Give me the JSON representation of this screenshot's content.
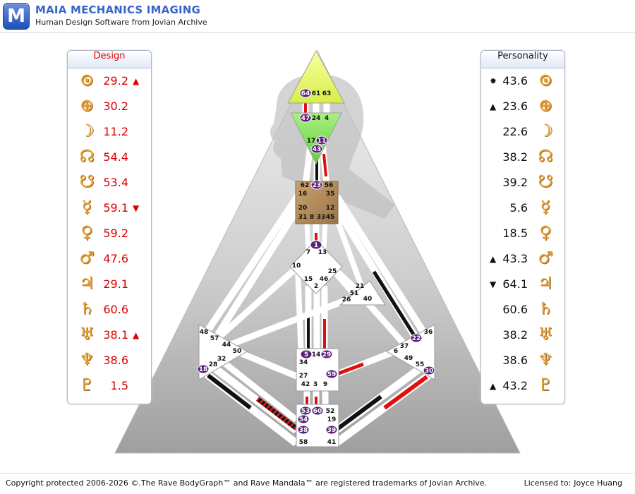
{
  "header": {
    "logo_letter": "M",
    "brand": "MAIA MECHANICS IMAGING",
    "tagline": "Human Design Software from Jovian Archive"
  },
  "design": {
    "title": "Design",
    "color": "#dd0000",
    "rows": [
      {
        "planet": "Sun",
        "glyph": "⊙",
        "value": "29.2",
        "mark": "▲"
      },
      {
        "planet": "Earth",
        "glyph": "⊕",
        "value": "30.2",
        "mark": ""
      },
      {
        "planet": "Moon",
        "glyph": "☽",
        "value": "11.2",
        "mark": ""
      },
      {
        "planet": "North Node",
        "glyph": "☊",
        "value": "54.4",
        "mark": ""
      },
      {
        "planet": "South Node",
        "glyph": "☋",
        "value": "53.4",
        "mark": ""
      },
      {
        "planet": "Mercury",
        "glyph": "☿",
        "value": "59.1",
        "mark": "▼"
      },
      {
        "planet": "Venus",
        "glyph": "♀",
        "value": "59.2",
        "mark": ""
      },
      {
        "planet": "Mars",
        "glyph": "♂",
        "value": "47.6",
        "mark": ""
      },
      {
        "planet": "Jupiter",
        "glyph": "♃",
        "value": "29.1",
        "mark": ""
      },
      {
        "planet": "Saturn",
        "glyph": "♄",
        "value": "60.6",
        "mark": ""
      },
      {
        "planet": "Uranus",
        "glyph": "♅",
        "value": "38.1",
        "mark": "▲"
      },
      {
        "planet": "Neptune",
        "glyph": "♆",
        "value": "38.6",
        "mark": ""
      },
      {
        "planet": "Pluto",
        "glyph": "♇",
        "value": "1.5",
        "mark": ""
      }
    ]
  },
  "personality": {
    "title": "Personality",
    "color": "#111111",
    "rows": [
      {
        "planet": "Sun",
        "glyph": "⊙",
        "value": "43.6",
        "mark": "✸"
      },
      {
        "planet": "Earth",
        "glyph": "⊕",
        "value": "23.6",
        "mark": "▲"
      },
      {
        "planet": "Moon",
        "glyph": "☽",
        "value": "22.6",
        "mark": ""
      },
      {
        "planet": "North Node",
        "glyph": "☊",
        "value": "38.2",
        "mark": ""
      },
      {
        "planet": "South Node",
        "glyph": "☋",
        "value": "39.2",
        "mark": ""
      },
      {
        "planet": "Mercury",
        "glyph": "☿",
        "value": "5.6",
        "mark": ""
      },
      {
        "planet": "Venus",
        "glyph": "♀",
        "value": "18.5",
        "mark": ""
      },
      {
        "planet": "Mars",
        "glyph": "♂",
        "value": "43.3",
        "mark": "▲"
      },
      {
        "planet": "Jupiter",
        "glyph": "♃",
        "value": "64.1",
        "mark": "▼"
      },
      {
        "planet": "Saturn",
        "glyph": "♄",
        "value": "60.6",
        "mark": ""
      },
      {
        "planet": "Uranus",
        "glyph": "♅",
        "value": "38.2",
        "mark": ""
      },
      {
        "planet": "Neptune",
        "glyph": "♆",
        "value": "38.6",
        "mark": ""
      },
      {
        "planet": "Pluto",
        "glyph": "♇",
        "value": "43.2",
        "mark": "▲"
      }
    ]
  },
  "bodygraph": {
    "head": [
      "64",
      "61",
      "63"
    ],
    "ajna": [
      "47",
      "24",
      "4",
      "17",
      "11",
      "43"
    ],
    "throat": [
      "62",
      "23",
      "56",
      "16",
      "35",
      "20",
      "12",
      "31",
      "8",
      "33",
      "45"
    ],
    "g": [
      "1",
      "7",
      "13",
      "10",
      "25",
      "15",
      "46",
      "2"
    ],
    "heart": [
      "21",
      "51",
      "26",
      "40"
    ],
    "spleen": [
      "48",
      "57",
      "44",
      "50",
      "32",
      "28",
      "18"
    ],
    "sacral": [
      "5",
      "14",
      "29",
      "34",
      "59",
      "27",
      "42",
      "3",
      "9"
    ],
    "solar_plexus": [
      "36",
      "22",
      "37",
      "6",
      "49",
      "55",
      "30"
    ],
    "root": [
      "53",
      "60",
      "52",
      "54",
      "19",
      "38",
      "39",
      "58",
      "41"
    ],
    "highlighted_gates": [
      "64",
      "47",
      "11",
      "43",
      "23",
      "1",
      "5",
      "29",
      "59",
      "18",
      "22",
      "30",
      "53",
      "60",
      "54",
      "38",
      "39"
    ]
  },
  "footer": {
    "copyright": "Copyright protected 2006-2026 ©.The Rave BodyGraph™ and Rave Mandala™ are registered trademarks of Jovian Archive.",
    "licensed_label": "Licensed to:",
    "licensed_name": "Joyce Huang"
  }
}
